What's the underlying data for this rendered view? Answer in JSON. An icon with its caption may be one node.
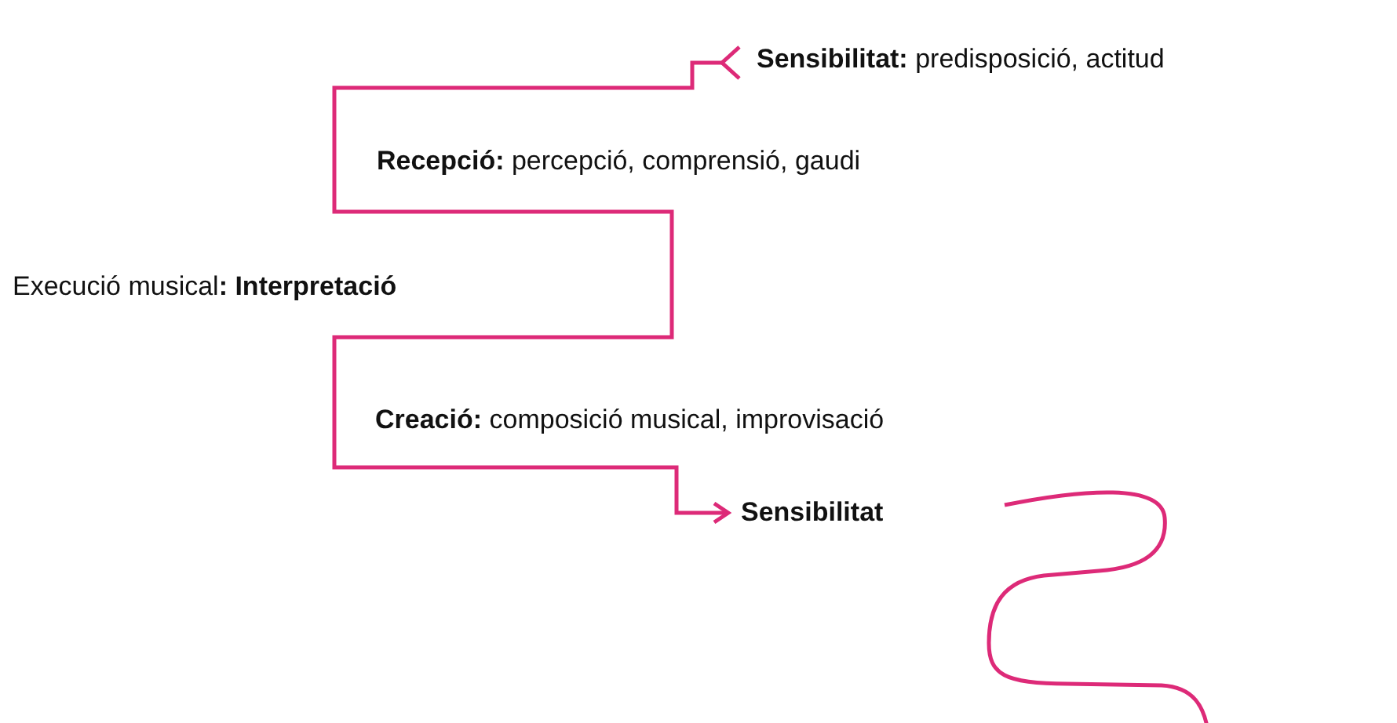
{
  "diagram": {
    "nodes": [
      {
        "text": [
          "**Sensibilitat:** predisposició, actitud"
        ]
      },
      {
        "text": [
          "**Recepció:** percepció, comprensió, gaudi"
        ]
      },
      {
        "text": [
          "Execució musical**: Interpretació**"
        ]
      },
      {
        "text": [
          "**Creació:** composició musical, improvisació"
        ]
      },
      {
        "text": [
          "Sensibilitat"
        ]
      }
    ],
    "edges": [
      {
        "from": 0,
        "to": 4,
        "arrow": "to"
      },
      {
        "from": 4,
        "to": null,
        "arrow": "none"
      }
    ]
  }
}
